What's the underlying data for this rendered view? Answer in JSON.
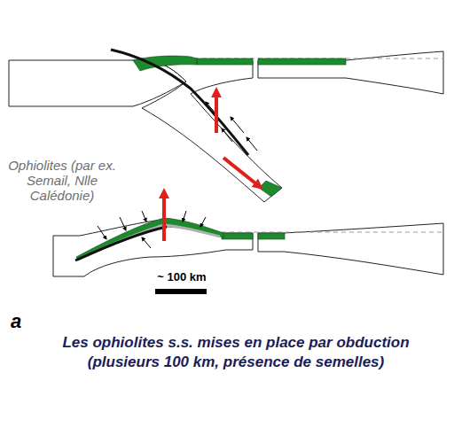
{
  "diagram": {
    "caption": "Les ophiolites s.s. mises en place par obduction (plusieurs 100 km, présence de semelles)",
    "labels": [
      "Ophiolites (par ex. Semail, Nlle Calédonie)",
      "~ 100 km",
      "a"
    ]
  }
}
